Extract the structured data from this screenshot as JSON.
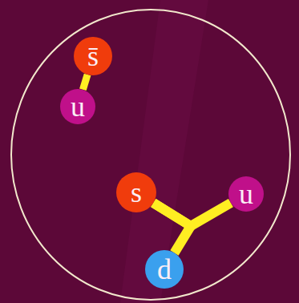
{
  "diagram": {
    "nodes": [
      {
        "text": [
          "s̄"
        ]
      },
      {
        "text": [
          "u"
        ]
      },
      {
        "text": [
          "s"
        ]
      },
      {
        "text": [
          "u"
        ]
      },
      {
        "text": [
          "d"
        ]
      }
    ],
    "edges": [
      {
        "from": 0,
        "to": 1,
        "arrow": "none"
      },
      {
        "from": 2,
        "to": 3,
        "arrow": "none"
      },
      {
        "from": 2,
        "to": 4,
        "arrow": "none"
      }
    ]
  }
}
